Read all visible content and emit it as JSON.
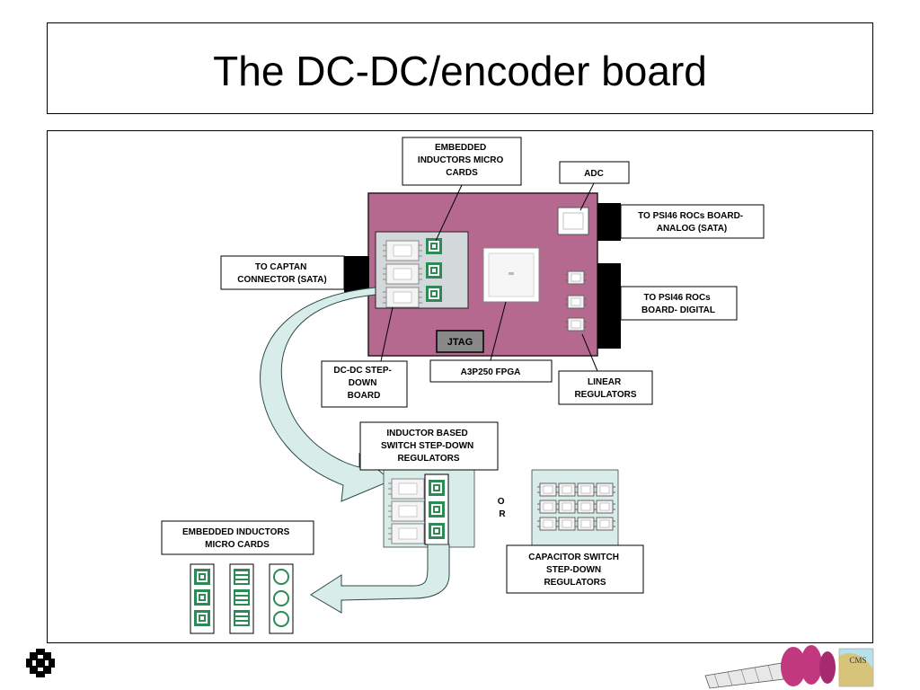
{
  "title": "The DC-DC/encoder board",
  "labels": {
    "embedded_micro_cards_top": [
      "EMBEDDED",
      "INDUCTORS MICRO",
      "CARDS"
    ],
    "adc": "ADC",
    "to_psi46_analog": [
      "TO PSI46 ROCs BOARD-",
      "ANALOG (SATA)"
    ],
    "to_captan": [
      "TO CAPTAN",
      "CONNECTOR (SATA)"
    ],
    "to_psi46_digital": [
      "TO PSI46 ROCs",
      "BOARD- DIGITAL"
    ],
    "jtag": "JTAG",
    "dcdc_board": [
      "DC-DC STEP-",
      "DOWN",
      "BOARD"
    ],
    "fpga": "A3P250 FPGA",
    "linear_regulators": [
      "LINEAR",
      "REGULATORS"
    ],
    "inductor_regulators": [
      "INDUCTOR BASED",
      "SWITCH STEP-DOWN",
      "REGULATORS"
    ],
    "or_word": [
      "O",
      "R"
    ],
    "embedded_micro_cards_bottom": [
      "EMBEDDED INDUCTORS",
      "MICRO CARDS"
    ],
    "capacitor_regulators": [
      "CAPACITOR SWITCH",
      "STEP-DOWN",
      "REGULATORS"
    ],
    "cms_logo_text": "CMS"
  },
  "colors": {
    "board": "#b5698f",
    "board_border": "#2a1a22",
    "panel": "#d8ece9",
    "inductor_green": "#2c8a55",
    "connector": "#000000",
    "arrow_fill": "#d8ece9"
  },
  "icons": {
    "fermilab_logo": "fermilab-logo-icon",
    "cms_detector": "cms-detector-icon"
  }
}
